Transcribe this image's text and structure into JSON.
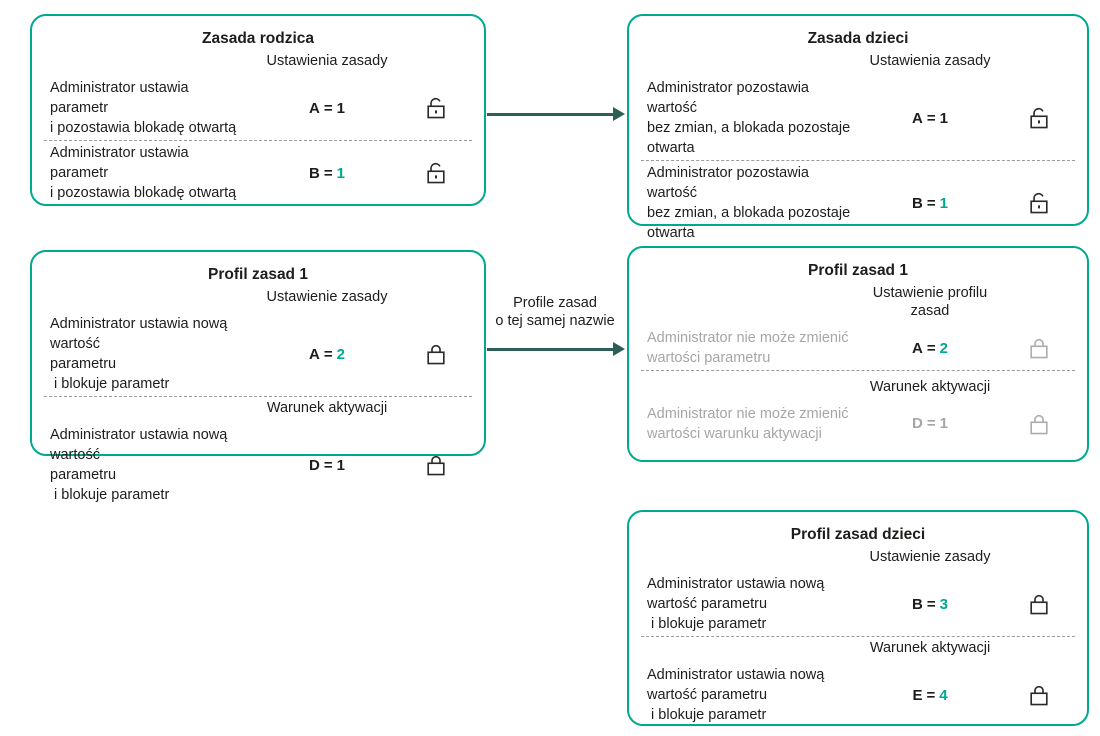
{
  "eq": "=",
  "colors": {
    "teal": "#00A88E",
    "arrow": "#2C5F57",
    "text": "#1D1D1B",
    "muted": "#A6A6A6",
    "divider": "#9B9B9B"
  },
  "arrows": {
    "middle_label": "Profile zasad\no tej samej nazwie"
  },
  "boxes": [
    {
      "title": "Zasada rodzica",
      "sections": [
        {
          "label": "Ustawienia zasady",
          "text": "Administrator ustawia parametr\ni pozostawia blokadę otwartą",
          "param": "A",
          "value": "1",
          "value_teal": false,
          "value_muted": false,
          "text_muted": false,
          "lock": "open",
          "lock_muted": false
        },
        {
          "label": "",
          "text": "Administrator ustawia parametr\ni pozostawia blokadę otwartą",
          "param": "B",
          "value": "1",
          "value_teal": true,
          "value_muted": false,
          "text_muted": false,
          "lock": "open",
          "lock_muted": false
        }
      ]
    },
    {
      "title": "Zasada dzieci",
      "sections": [
        {
          "label": "Ustawienia zasady",
          "text": "Administrator pozostawia wartość\nbez zmian, a blokada pozostaje\notwarta",
          "param": "A",
          "value": "1",
          "value_teal": false,
          "value_muted": false,
          "text_muted": false,
          "lock": "open",
          "lock_muted": false
        },
        {
          "label": "",
          "text": "Administrator pozostawia wartość\nbez zmian, a blokada pozostaje\notwarta",
          "param": "B",
          "value": "1",
          "value_teal": true,
          "value_muted": false,
          "text_muted": false,
          "lock": "open",
          "lock_muted": false
        }
      ]
    },
    {
      "title": "Profil zasad 1",
      "sections": [
        {
          "label": "Ustawienie zasady",
          "text": "Administrator ustawia nową wartość\nparametru\n i blokuje parametr",
          "param": "A",
          "value": "2",
          "value_teal": true,
          "value_muted": false,
          "text_muted": false,
          "lock": "closed",
          "lock_muted": false
        },
        {
          "label": "Warunek aktywacji",
          "text": "Administrator ustawia nową wartość\nparametru\n i blokuje parametr",
          "param": "D",
          "value": "1",
          "value_teal": false,
          "value_muted": false,
          "text_muted": false,
          "lock": "closed",
          "lock_muted": false
        }
      ]
    },
    {
      "title": "Profil zasad 1",
      "sections": [
        {
          "label": "Ustawienie profilu\nzasad",
          "text": "Administrator nie może zmienić\nwartości parametru",
          "param": "A",
          "value": "2",
          "value_teal": true,
          "value_muted": false,
          "text_muted": true,
          "lock": "closed",
          "lock_muted": true
        },
        {
          "label": "Warunek aktywacji",
          "text": "Administrator nie może zmienić\nwartości warunku aktywacji",
          "param": "D",
          "value": "1",
          "value_teal": false,
          "value_muted": true,
          "text_muted": true,
          "lock": "closed",
          "lock_muted": true
        }
      ]
    },
    {
      "title": "Profil zasad dzieci",
      "sections": [
        {
          "label": "Ustawienie zasady",
          "text": "Administrator ustawia nową\nwartość parametru\n i blokuje parametr",
          "param": "B",
          "value": "3",
          "value_teal": true,
          "value_muted": false,
          "text_muted": false,
          "lock": "closed",
          "lock_muted": false
        },
        {
          "label": "Warunek aktywacji",
          "text": "Administrator ustawia nową\nwartość parametru\n i blokuje parametr",
          "param": "E",
          "value": "4",
          "value_teal": true,
          "value_muted": false,
          "text_muted": false,
          "lock": "closed",
          "lock_muted": false
        }
      ]
    }
  ]
}
